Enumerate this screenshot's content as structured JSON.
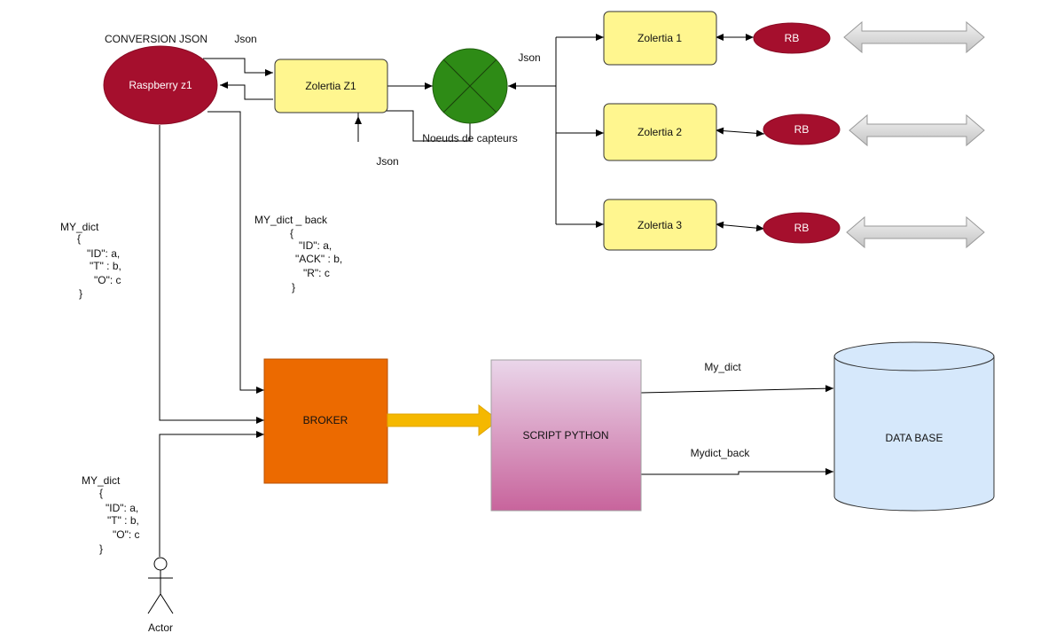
{
  "title_label": "CONVERSION JSON",
  "nodes": {
    "raspberry": "Raspberry z1",
    "zolertia_z1": "Zolertia Z1",
    "sensor_nodes": "Noeuds de capteurs",
    "zolertia_1": "Zolertia 1",
    "zolertia_2": "Zolertia 2",
    "zolertia_3": "Zolertia 3",
    "rb": "RB",
    "broker": "BROKER",
    "script": "SCRIPT PYTHON",
    "database": "DATA BASE",
    "actor": "Actor"
  },
  "edge_labels": {
    "json_top": "Json",
    "json_right": "Json",
    "json_bottom": "Json",
    "my_dict": "My_dict",
    "mydict_back": "Mydict_back"
  },
  "code_blocks": {
    "my_dict_left": [
      "MY_dict",
      "{",
      "\"ID\": a,",
      "\"T\" : b,",
      "\"O\": c",
      "}"
    ],
    "my_dict_back": [
      "MY_dict _ back",
      "{",
      "\"ID\": a,",
      "\"ACK\" : b,",
      "\"R\": c",
      "}"
    ],
    "my_dict_actor": [
      "MY_dict",
      "{",
      "\"ID\": a,",
      "\"T\" : b,",
      "\"O\": c",
      "}"
    ]
  },
  "colors": {
    "raspberry_fill": "#a50f2d",
    "zolertia_fill": "#fff68f",
    "zolertia_stroke": "#c9a800",
    "sensor_fill": "#2e8b16",
    "broker_fill": "#ec6a00",
    "script_top": "#e6d2e6",
    "script_bottom": "#c8689f",
    "database_fill": "#d6e8fb",
    "big_arrow": "#f5b800",
    "double_arrow_fill": "#d4d4d4"
  }
}
